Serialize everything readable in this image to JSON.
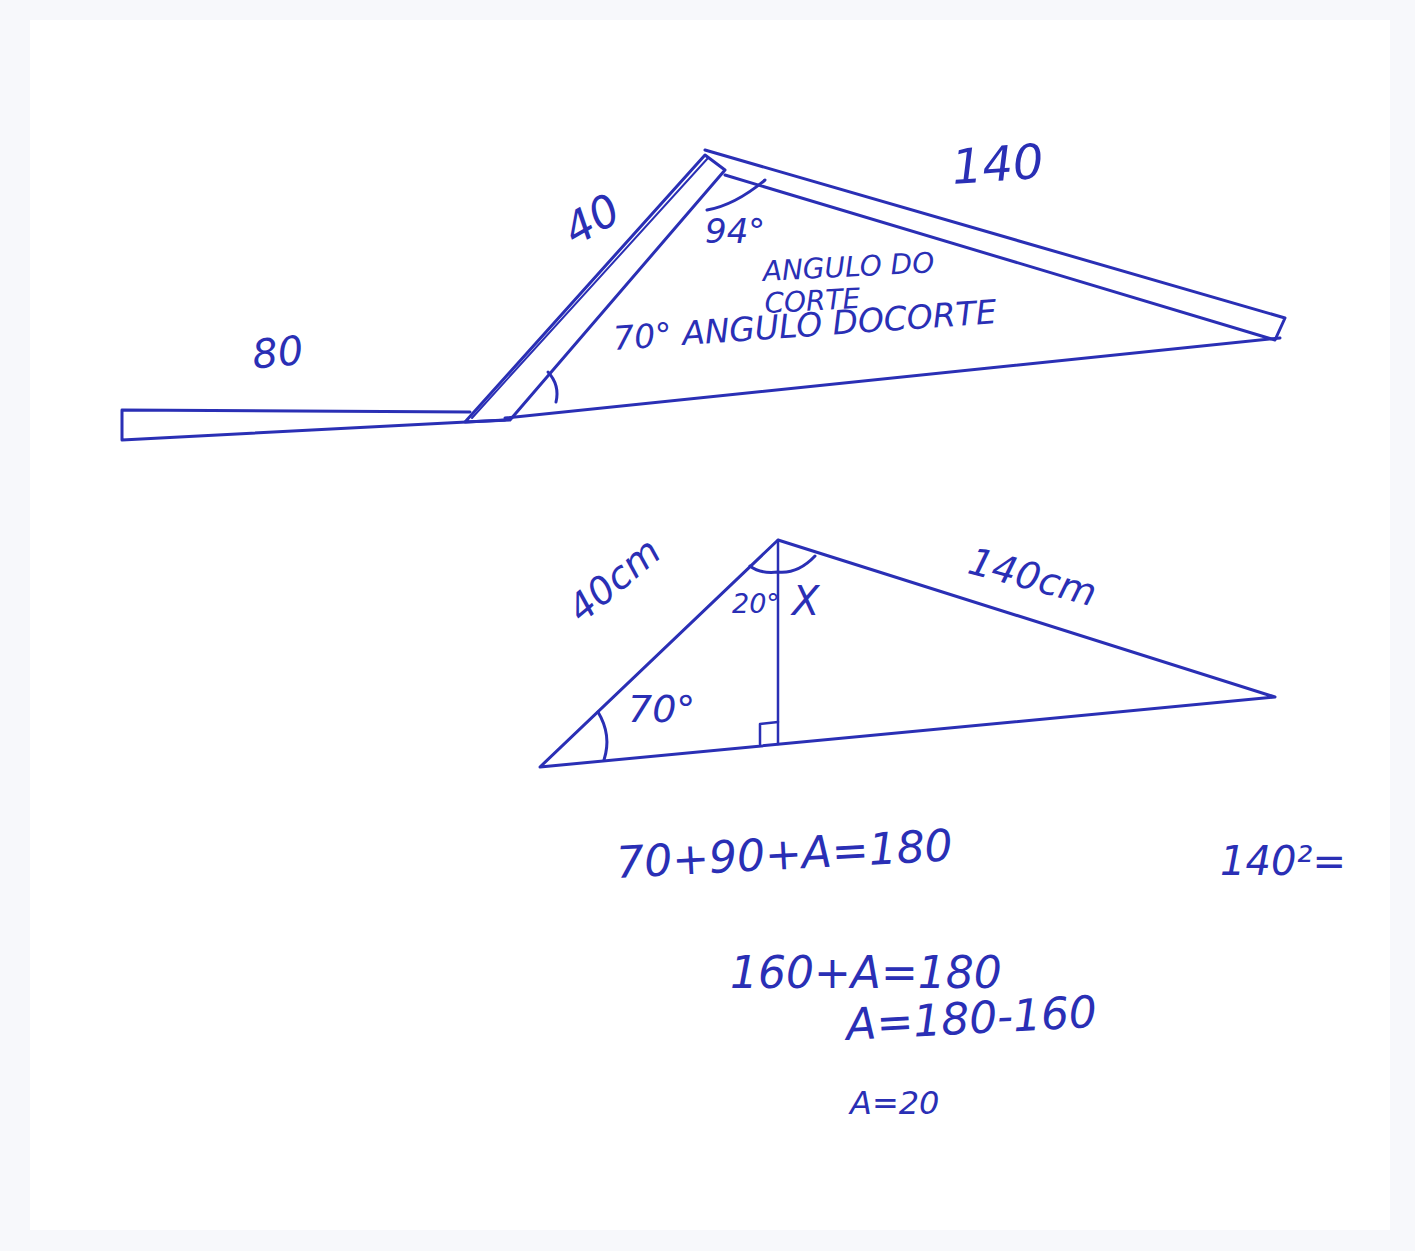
{
  "diagram": {
    "labels": [
      "140",
      "40",
      "94°",
      "ANGULO DO CORTE",
      "80",
      "70° ANGULO DOCORTE",
      "40cm",
      "140cm",
      "20°",
      "X",
      "70°",
      "70+90+A=180",
      "140²=",
      "160+A=180",
      "A=180-160",
      "A=20"
    ]
  }
}
